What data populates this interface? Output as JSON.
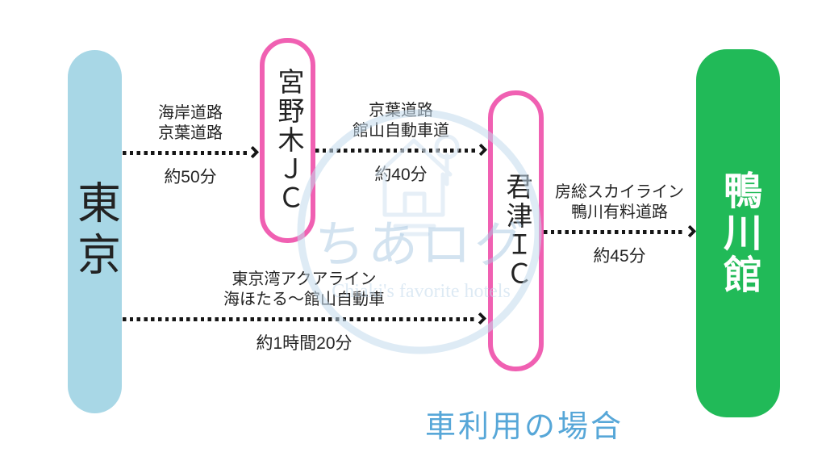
{
  "caption": "車利用の場合",
  "nodes": [
    {
      "id": "tokyo",
      "label": "東京",
      "type": "origin",
      "bg": "#a8d7e6",
      "text_color": "#222222"
    },
    {
      "id": "miyanogi",
      "label": "宮野木ＪＣ",
      "type": "junction",
      "border": "#f060b2",
      "bg": "#ffffff"
    },
    {
      "id": "kimitsu",
      "label": "君津ＩＣ",
      "type": "interchange",
      "border": "#f060b2",
      "bg": "#ffffff"
    },
    {
      "id": "kamogawa",
      "label": "鴨川館",
      "type": "destination",
      "bg": "#21ba58",
      "text_color": "#ffffff"
    }
  ],
  "routes": [
    {
      "from": "東京",
      "to": "宮野木ＪＣ",
      "roads": [
        "海岸道路",
        "京葉道路"
      ],
      "duration": "約50分"
    },
    {
      "from": "宮野木ＪＣ",
      "to": "君津ＩＣ",
      "roads": [
        "京葉道路",
        "館山自動車道"
      ],
      "duration": "約40分"
    },
    {
      "from": "君津ＩＣ",
      "to": "鴨川館",
      "roads": [
        "房総スカイライン",
        "鴨川有料道路"
      ],
      "duration": "約45分"
    },
    {
      "from": "東京",
      "to": "君津ＩＣ",
      "roads": [
        "東京湾アクアライン",
        "海ほたる〜館山自動車"
      ],
      "duration": "約1時間20分"
    }
  ],
  "watermark": {
    "logo": "ちあログ",
    "tagline": "Chiaki's favorite hotels"
  },
  "colors": {
    "accent_pink": "#f060b2",
    "origin_blue": "#a8d7e6",
    "destination_green": "#21ba58",
    "caption_blue": "#57a7d8",
    "arrow_black": "#161616",
    "watermark_blue": "#b9d3e8"
  }
}
